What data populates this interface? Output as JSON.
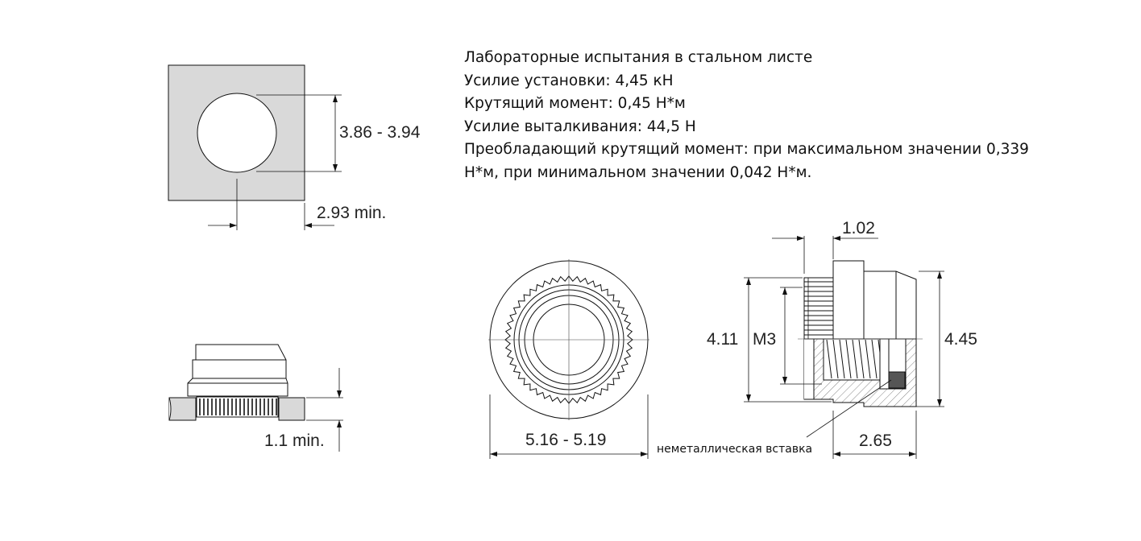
{
  "specs": {
    "title": "Лабораторные испытания в стальном листе",
    "install_force": "Усилие установки: 4,45 кН",
    "torque": "Крутящий момент: 0,45 Н*м",
    "pushout": "Усилие выталкивания: 44,5 Н",
    "prevailing_1": "Преобладающий крутящий момент: при максимальном значении 0,339",
    "prevailing_2": "Н*м, при минимальном значении 0,042 Н*м."
  },
  "dims": {
    "hole_diameter": "3.86 - 3.94",
    "edge_distance": "2.93 min.",
    "sheet_thickness": "1.1 min.",
    "flange_diameter": "5.16 - 5.19",
    "shank_length": "1.02",
    "body_diameter": "4.11",
    "thread": "M3",
    "overall_diameter": "4.45",
    "head_height": "2.65"
  },
  "labels": {
    "insert_note": "неметаллическая вставка"
  },
  "colors": {
    "sheet_fill": "#d9d9d9",
    "line": "#111111",
    "insert_fill": "#555555"
  }
}
